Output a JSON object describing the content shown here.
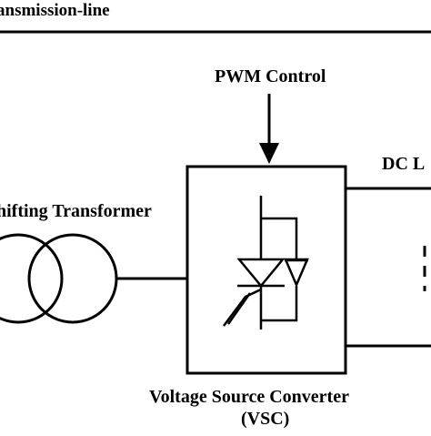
{
  "labels": {
    "transmission_line": "ansmission-line",
    "pwm_control": "PWM Control",
    "dc_link": "DC L",
    "transformer": "hifting Transformer",
    "vsc_name": "Voltage Source Converter",
    "vsc_abbr": "(VSC)"
  },
  "colors": {
    "line": "#000000",
    "background": "#ffffff"
  }
}
